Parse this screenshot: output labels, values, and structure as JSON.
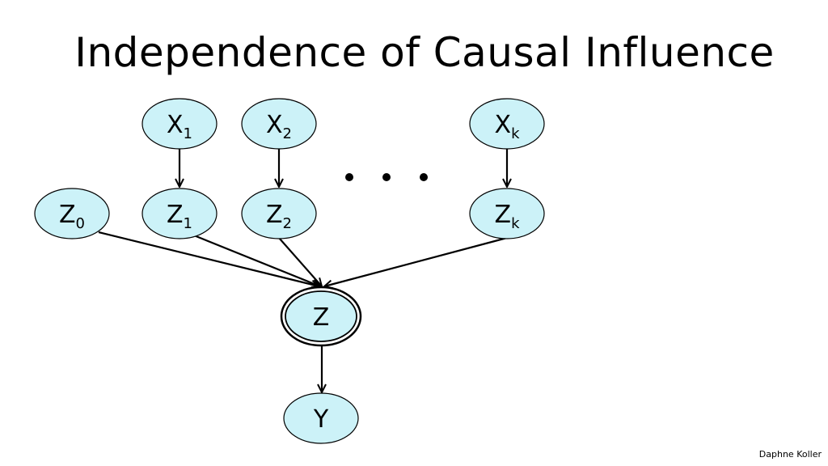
{
  "title": "Independence of Causal Influence",
  "author": "Daphne Koller",
  "colors": {
    "node_fill": "#ccf2f8",
    "node_stroke": "#000000",
    "edge": "#000000"
  },
  "nodes": {
    "x1": {
      "base": "X",
      "sub": "1"
    },
    "x2": {
      "base": "X",
      "sub": "2"
    },
    "xk": {
      "base": "X",
      "sub": "k"
    },
    "z0": {
      "base": "Z",
      "sub": "0"
    },
    "z1": {
      "base": "Z",
      "sub": "1"
    },
    "z2": {
      "base": "Z",
      "sub": "2"
    },
    "zk": {
      "base": "Z",
      "sub": "k"
    },
    "z": {
      "base": "Z",
      "sub": ""
    },
    "y": {
      "base": "Y",
      "sub": ""
    }
  },
  "edges": [
    {
      "from": "x1",
      "to": "z1"
    },
    {
      "from": "x2",
      "to": "z2"
    },
    {
      "from": "xk",
      "to": "zk"
    },
    {
      "from": "z0",
      "to": "z"
    },
    {
      "from": "z1",
      "to": "z"
    },
    {
      "from": "z2",
      "to": "z"
    },
    {
      "from": "zk",
      "to": "z"
    },
    {
      "from": "z",
      "to": "y"
    }
  ],
  "ellipsis": "..."
}
